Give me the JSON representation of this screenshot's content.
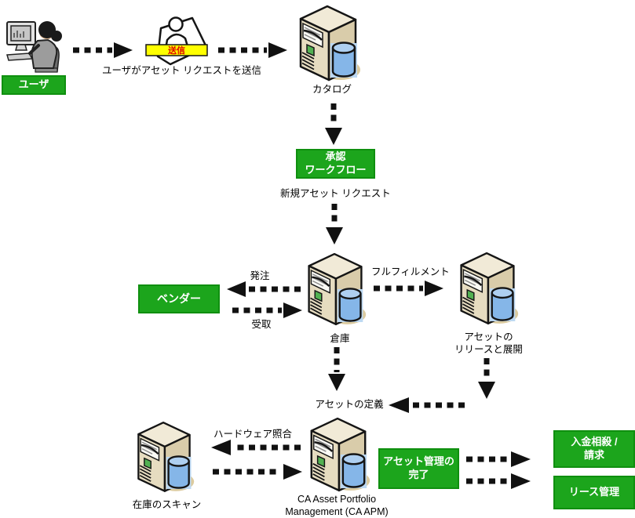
{
  "colors": {
    "accent_green": "#1CA51C",
    "green_border": "#0F8F0F",
    "banner_yellow": "#FFFF00",
    "submit_text_red": "#DD0000",
    "database_blue": "#85B6E8",
    "arrow_black": "#111111",
    "server_beige": "#E6DCC0"
  },
  "nodes": {
    "user": {
      "label": "ユーザ"
    },
    "request_form": {
      "button_label": "送信",
      "caption": "ユーザがアセット リクエストを送信"
    },
    "catalog": {
      "label": "カタログ"
    },
    "approval_workflow": {
      "line1": "承認",
      "line2": "ワークフロー"
    },
    "new_asset_request": {
      "caption": "新規アセット リクエスト"
    },
    "vendor": {
      "label": "ベンダー"
    },
    "warehouse": {
      "label": "倉庫"
    },
    "release_deploy": {
      "line1": "アセットの",
      "line2": "リリースと展開"
    },
    "asset_definition": {
      "label": "アセットの定義"
    },
    "apm": {
      "line1": "CA Asset Portfolio",
      "line2": "Management (CA APM)"
    },
    "inventory_scan": {
      "label": "在庫のスキャン"
    },
    "asset_mgmt_complete": {
      "line1": "アセット管理の",
      "line2": "完了"
    },
    "chargeback_billing": {
      "line1": "入金相殺 /",
      "line2": "請求"
    },
    "lease_mgmt": {
      "label": "リース管理"
    }
  },
  "edge_labels": {
    "order": "発注",
    "receive": "受取",
    "fulfillment": "フルフィルメント",
    "hardware_reconciliation": "ハードウェア照合"
  }
}
